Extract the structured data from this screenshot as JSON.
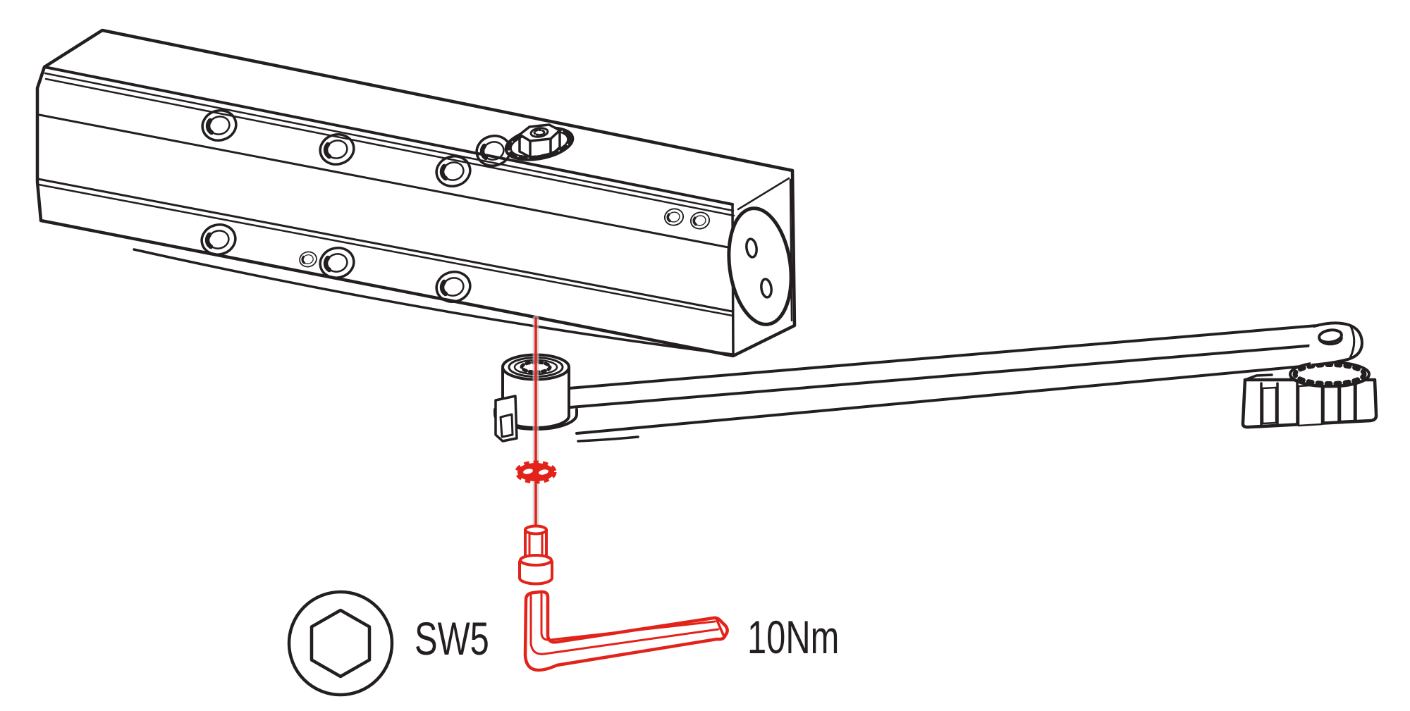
{
  "colors": {
    "ink": "#231f20",
    "accent": "#e2231a",
    "paper": "#ffffff",
    "halo": "#c8c8c8"
  },
  "labels": {
    "wrench_size": "SW5",
    "torque": "10Nm"
  },
  "icon": {
    "name": "hex-socket-icon",
    "shape": "hexagon-in-circle"
  },
  "parts": [
    {
      "name": "door-closer-body",
      "highlighted": false
    },
    {
      "name": "pinion-spindle-hub",
      "highlighted": false
    },
    {
      "name": "main-arm",
      "highlighted": false
    },
    {
      "name": "arm-shoe-bracket",
      "highlighted": false
    },
    {
      "name": "toothed-lock-washer",
      "highlighted": true
    },
    {
      "name": "fixing-screw",
      "highlighted": true
    },
    {
      "name": "allen-key",
      "highlighted": true
    }
  ]
}
